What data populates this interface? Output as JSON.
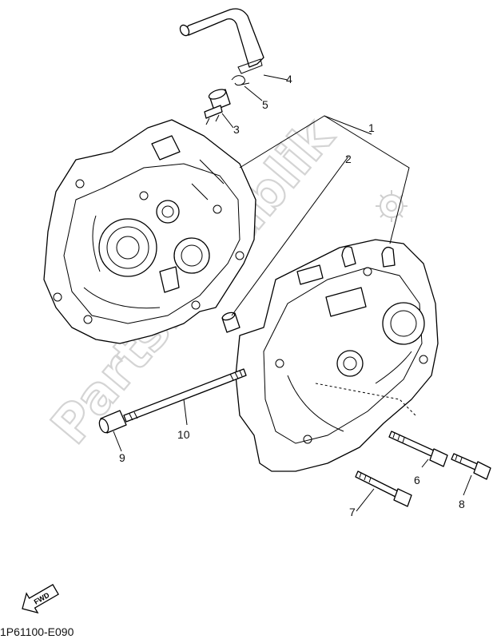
{
  "diagram_code": "1P61100-E090",
  "watermark": "PartsRepublik",
  "fwd_label": "FWD",
  "callouts": [
    {
      "id": "1",
      "text": "1"
    },
    {
      "id": "2",
      "text": "2"
    },
    {
      "id": "3",
      "text": "3"
    },
    {
      "id": "4",
      "text": "4"
    },
    {
      "id": "5",
      "text": "5"
    },
    {
      "id": "6",
      "text": "6"
    },
    {
      "id": "7",
      "text": "7"
    },
    {
      "id": "8",
      "text": "8"
    },
    {
      "id": "9",
      "text": "9"
    },
    {
      "id": "10",
      "text": "10"
    }
  ],
  "parts": [
    "breather-hose",
    "hose-clip",
    "breather-fitting",
    "crankcase-left",
    "crankcase-right",
    "dowel-pin",
    "stud-bolt",
    "bolt-6",
    "bolt-7",
    "bolt-8"
  ]
}
